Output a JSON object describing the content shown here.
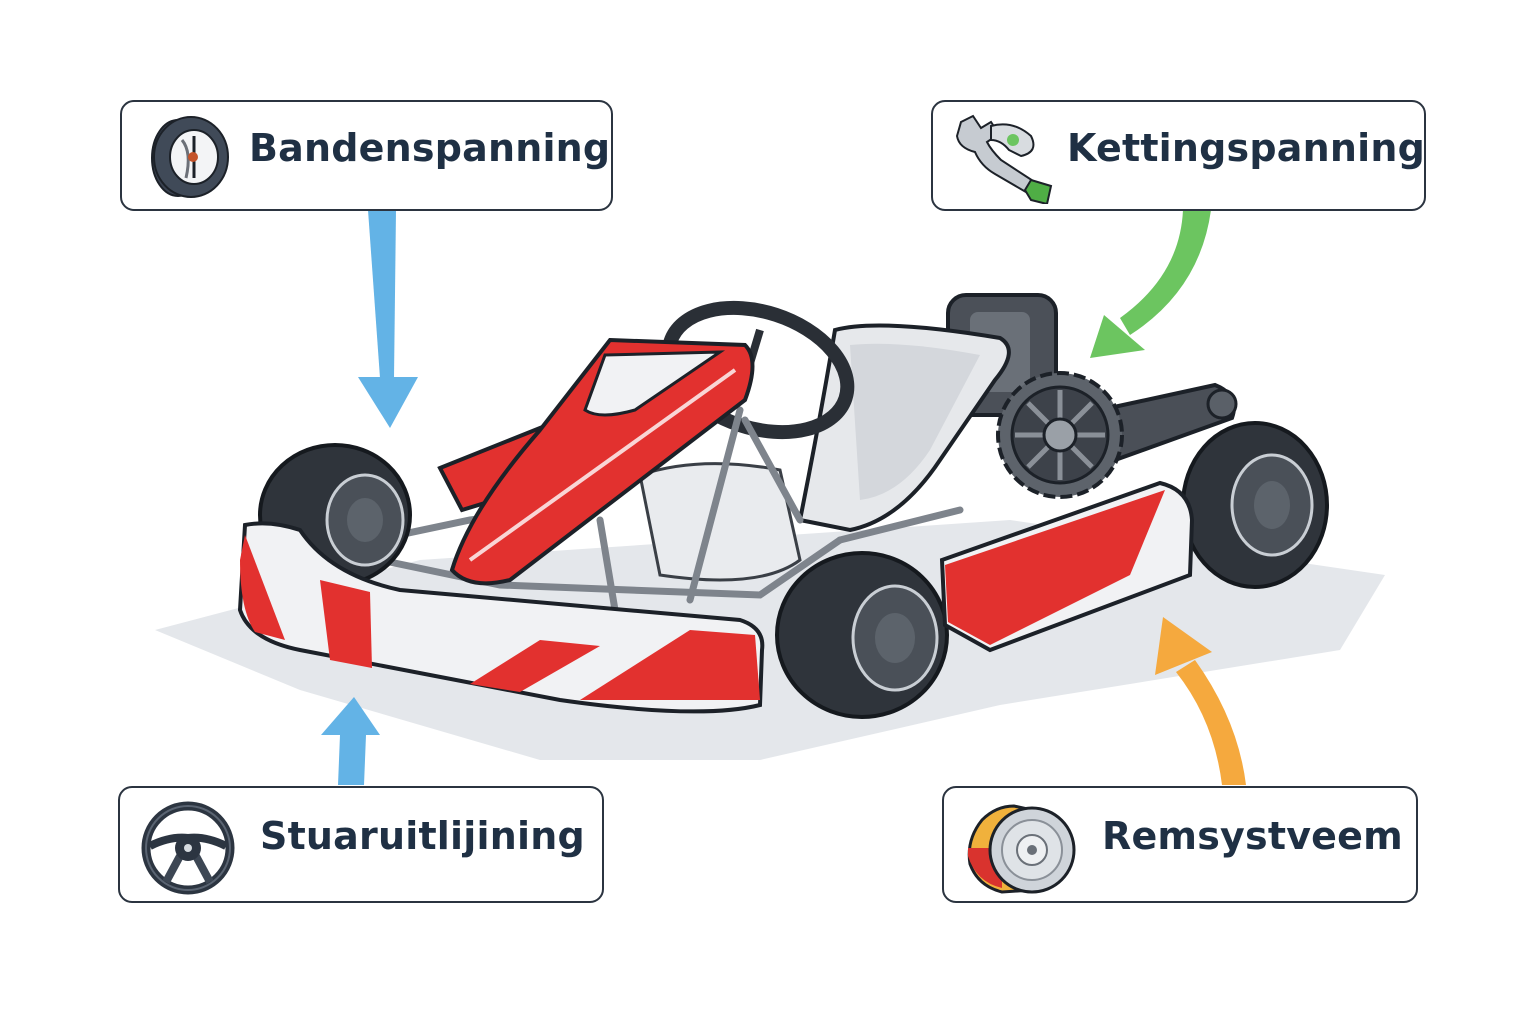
{
  "diagram": {
    "subject": "go-kart maintenance checkpoints",
    "labels": [
      {
        "id": "tire-pressure",
        "text": "Bandenspanning",
        "icon": "tire-pressure-gauge-icon",
        "arrow_color": "#63b3e6",
        "position": "top-left"
      },
      {
        "id": "chain-tension",
        "text": "Kettingspanning",
        "icon": "wrench-icon",
        "arrow_color": "#6cc560",
        "position": "top-right"
      },
      {
        "id": "steering-alignment",
        "text": "Stuaruitlijining",
        "icon": "steering-wheel-icon",
        "arrow_color": "#63b3e6",
        "position": "bottom-left"
      },
      {
        "id": "brake-system",
        "text": "Remsystveem",
        "icon": "brake-disc-icon",
        "arrow_color": "#f5a93e",
        "position": "bottom-right"
      }
    ]
  },
  "colors": {
    "box_border": "#2b3440",
    "text": "#1f3044",
    "kart_red": "#e2312f",
    "kart_white": "#f1f2f4",
    "tire": "#33383f",
    "frame": "#7d838b",
    "shadow": "#e3e6ea"
  }
}
